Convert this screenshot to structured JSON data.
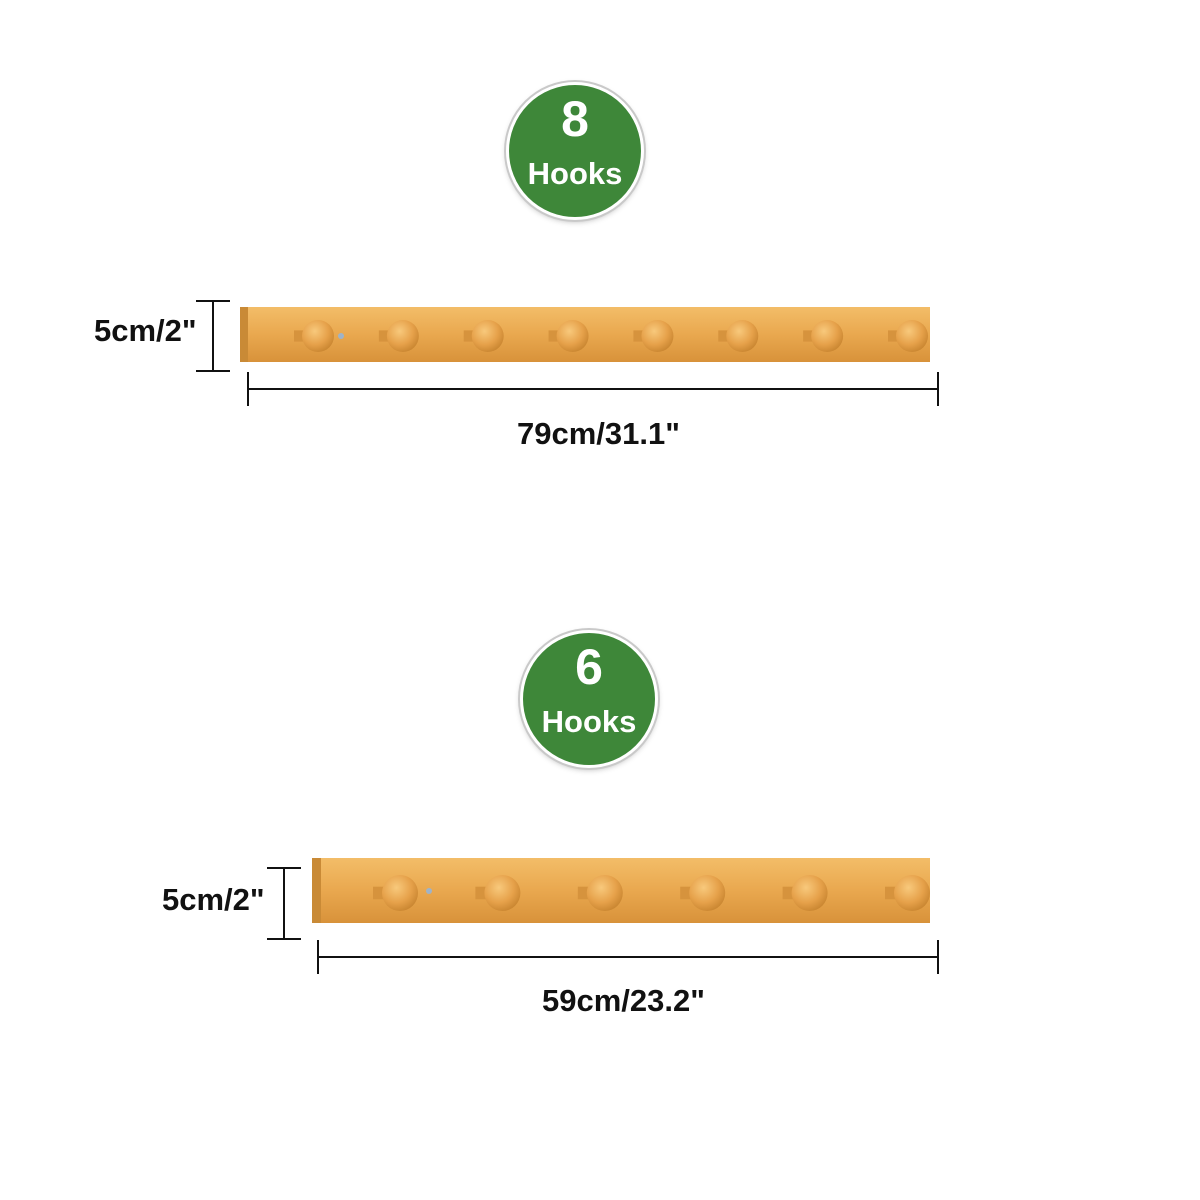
{
  "colors": {
    "badge": "#3e8739",
    "wood": "#e9a84f",
    "wood_dark": "#c98a36",
    "dimension_line": "#111111"
  },
  "variants": [
    {
      "hooks": 8,
      "badge_number": "8",
      "badge_label": "Hooks",
      "height_label": "5cm/2\"",
      "width_label": "79cm/31.1\""
    },
    {
      "hooks": 6,
      "badge_number": "6",
      "badge_label": "Hooks",
      "height_label": "5cm/2\"",
      "width_label": "59cm/23.2\""
    }
  ]
}
